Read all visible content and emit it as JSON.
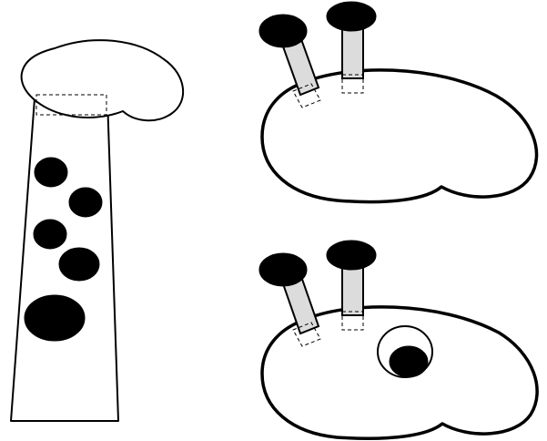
{
  "figure": {
    "panels": [
      {
        "name": "column-with-cap",
        "blob_count": 5
      },
      {
        "name": "cell-with-two-stalks"
      },
      {
        "name": "cell-with-two-stalks-and-inclusion"
      }
    ],
    "colors": {
      "stroke": "#000000",
      "fill": "#ffffff",
      "stalk": "#dcdcdc",
      "blob": "#000000"
    }
  }
}
